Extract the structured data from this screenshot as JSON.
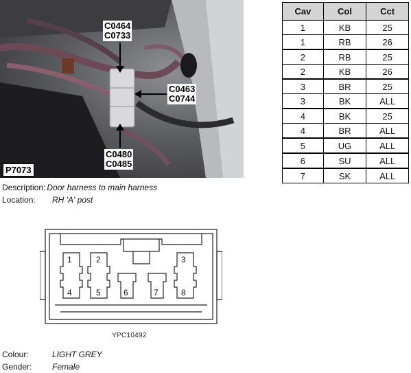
{
  "photo": {
    "id": "P7073",
    "callouts": [
      {
        "lines": [
          "C0464",
          "C0733"
        ]
      },
      {
        "lines": [
          "C0463",
          "C0744"
        ]
      },
      {
        "lines": [
          "C0480",
          "C0485"
        ]
      }
    ]
  },
  "pin_table": {
    "headers": [
      "Cav",
      "Col",
      "Cct"
    ],
    "rows": [
      [
        "1",
        "KB",
        "25"
      ],
      [
        "1",
        "RB",
        "26"
      ],
      [
        "2",
        "RB",
        "25"
      ],
      [
        "2",
        "KB",
        "26"
      ],
      [
        "3",
        "BR",
        "25"
      ],
      [
        "3",
        "BK",
        "ALL"
      ],
      [
        "4",
        "BK",
        "25"
      ],
      [
        "4",
        "BR",
        "ALL"
      ],
      [
        "5",
        "UG",
        "ALL"
      ],
      [
        "6",
        "SU",
        "ALL"
      ],
      [
        "7",
        "SK",
        "ALL"
      ]
    ]
  },
  "description": {
    "label": "Description:",
    "value": "Door harness to main harness"
  },
  "location": {
    "label": "Location:",
    "value": "RH 'A' post"
  },
  "connector": {
    "pins": [
      "1",
      "2",
      "3",
      "4",
      "5",
      "6",
      "7",
      "8"
    ],
    "figure_ref": "YPC10492"
  },
  "colour": {
    "label": "Colour:",
    "value": "LIGHT GREY"
  },
  "gender": {
    "label": "Gender:",
    "value": "Female"
  }
}
